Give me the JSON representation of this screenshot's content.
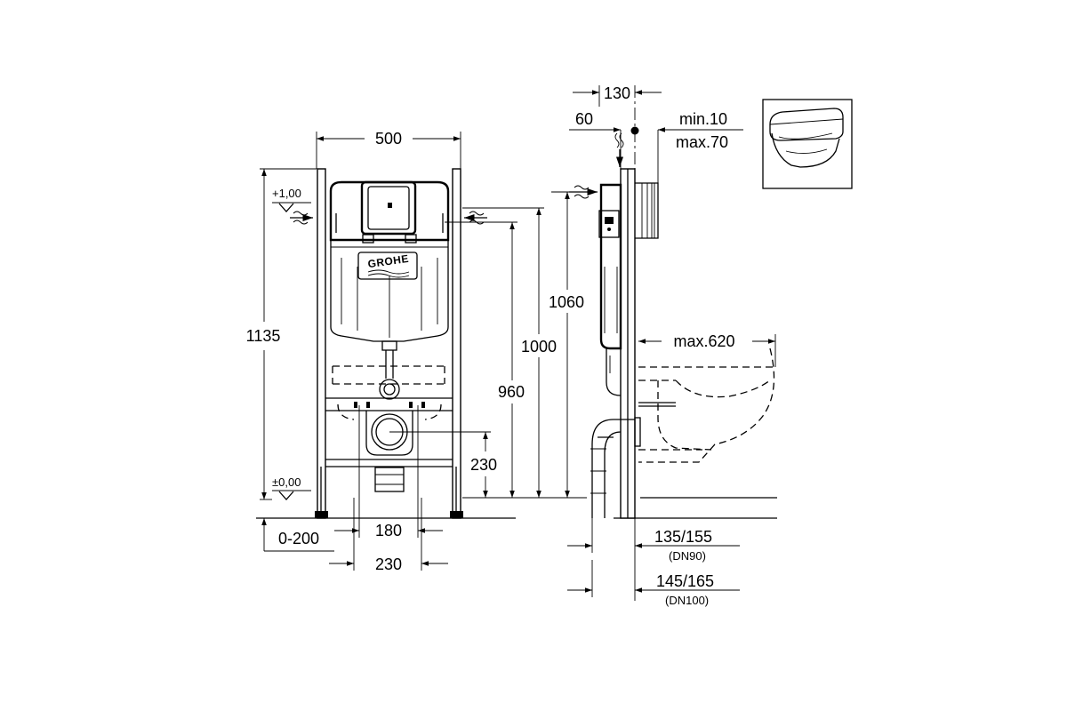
{
  "brand": "GROHE",
  "front_view": {
    "width": "500",
    "height_total": "1135",
    "level_top": "+1,00",
    "level_bottom": "±0,00",
    "inlet_height": "1060",
    "frame_height": "1000",
    "outlet_height": "960",
    "drain_height": "230",
    "foot_adjust": "0-200",
    "drain_spacing": "180",
    "drain_width": "230"
  },
  "side_view": {
    "depth_top": "130",
    "offset": "60",
    "wall_min": "min.10",
    "wall_max": "max.70",
    "max_projection": "max.620",
    "dn90": "135/155",
    "dn90_label": "(DN90)",
    "dn100": "145/165",
    "dn100_label": "(DN100)"
  },
  "colors": {
    "line": "#000000",
    "background": "#ffffff"
  }
}
